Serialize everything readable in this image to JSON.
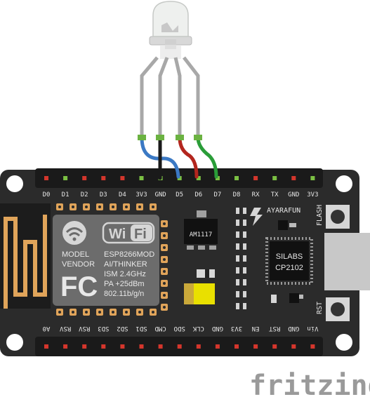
{
  "top_pin_labels": [
    "D0",
    "D1",
    "D2",
    "D3",
    "D4",
    "3V3",
    "GND",
    "D5",
    "D6",
    "D7",
    "D8",
    "RX",
    "TX",
    "GND",
    "3V3"
  ],
  "bottom_pin_labels": [
    "A0",
    "RSV",
    "RSV",
    "SD3",
    "SD2",
    "SD1",
    "CMD",
    "SDO",
    "CLK",
    "GND",
    "3V3",
    "EN",
    "RST",
    "GND",
    "Vin"
  ],
  "module": {
    "wifi_logo": "Wi Fi",
    "model_label": "MODEL",
    "vendor_label": "VENDOR",
    "model_name": "ESP8266MOD",
    "vendor_name": "AI/THINKER",
    "ism": "ISM 2.4GHz",
    "pa": "PA +25dBm",
    "standard": "802.11b/g/n",
    "fc_logo": "FC"
  },
  "regulator_label": "AM1117",
  "usb_chip": {
    "line1": "SILABS",
    "line2": "CP2102"
  },
  "brand": "AYARAFUN",
  "buttons": {
    "flash": "FLASH",
    "reset": "RST"
  },
  "watermark": "fritzing",
  "wires": [
    {
      "pin": "GND",
      "color": "#1a1a1a"
    },
    {
      "pin": "D5",
      "color": "#3b79c4"
    },
    {
      "pin": "D6",
      "color": "#b3261e"
    },
    {
      "pin": "D7",
      "color": "#2a9d38"
    }
  ],
  "colors": {
    "board": "#2b2b2b",
    "pin_header": "#1a1a1a",
    "gold": "#e0a45a"
  }
}
